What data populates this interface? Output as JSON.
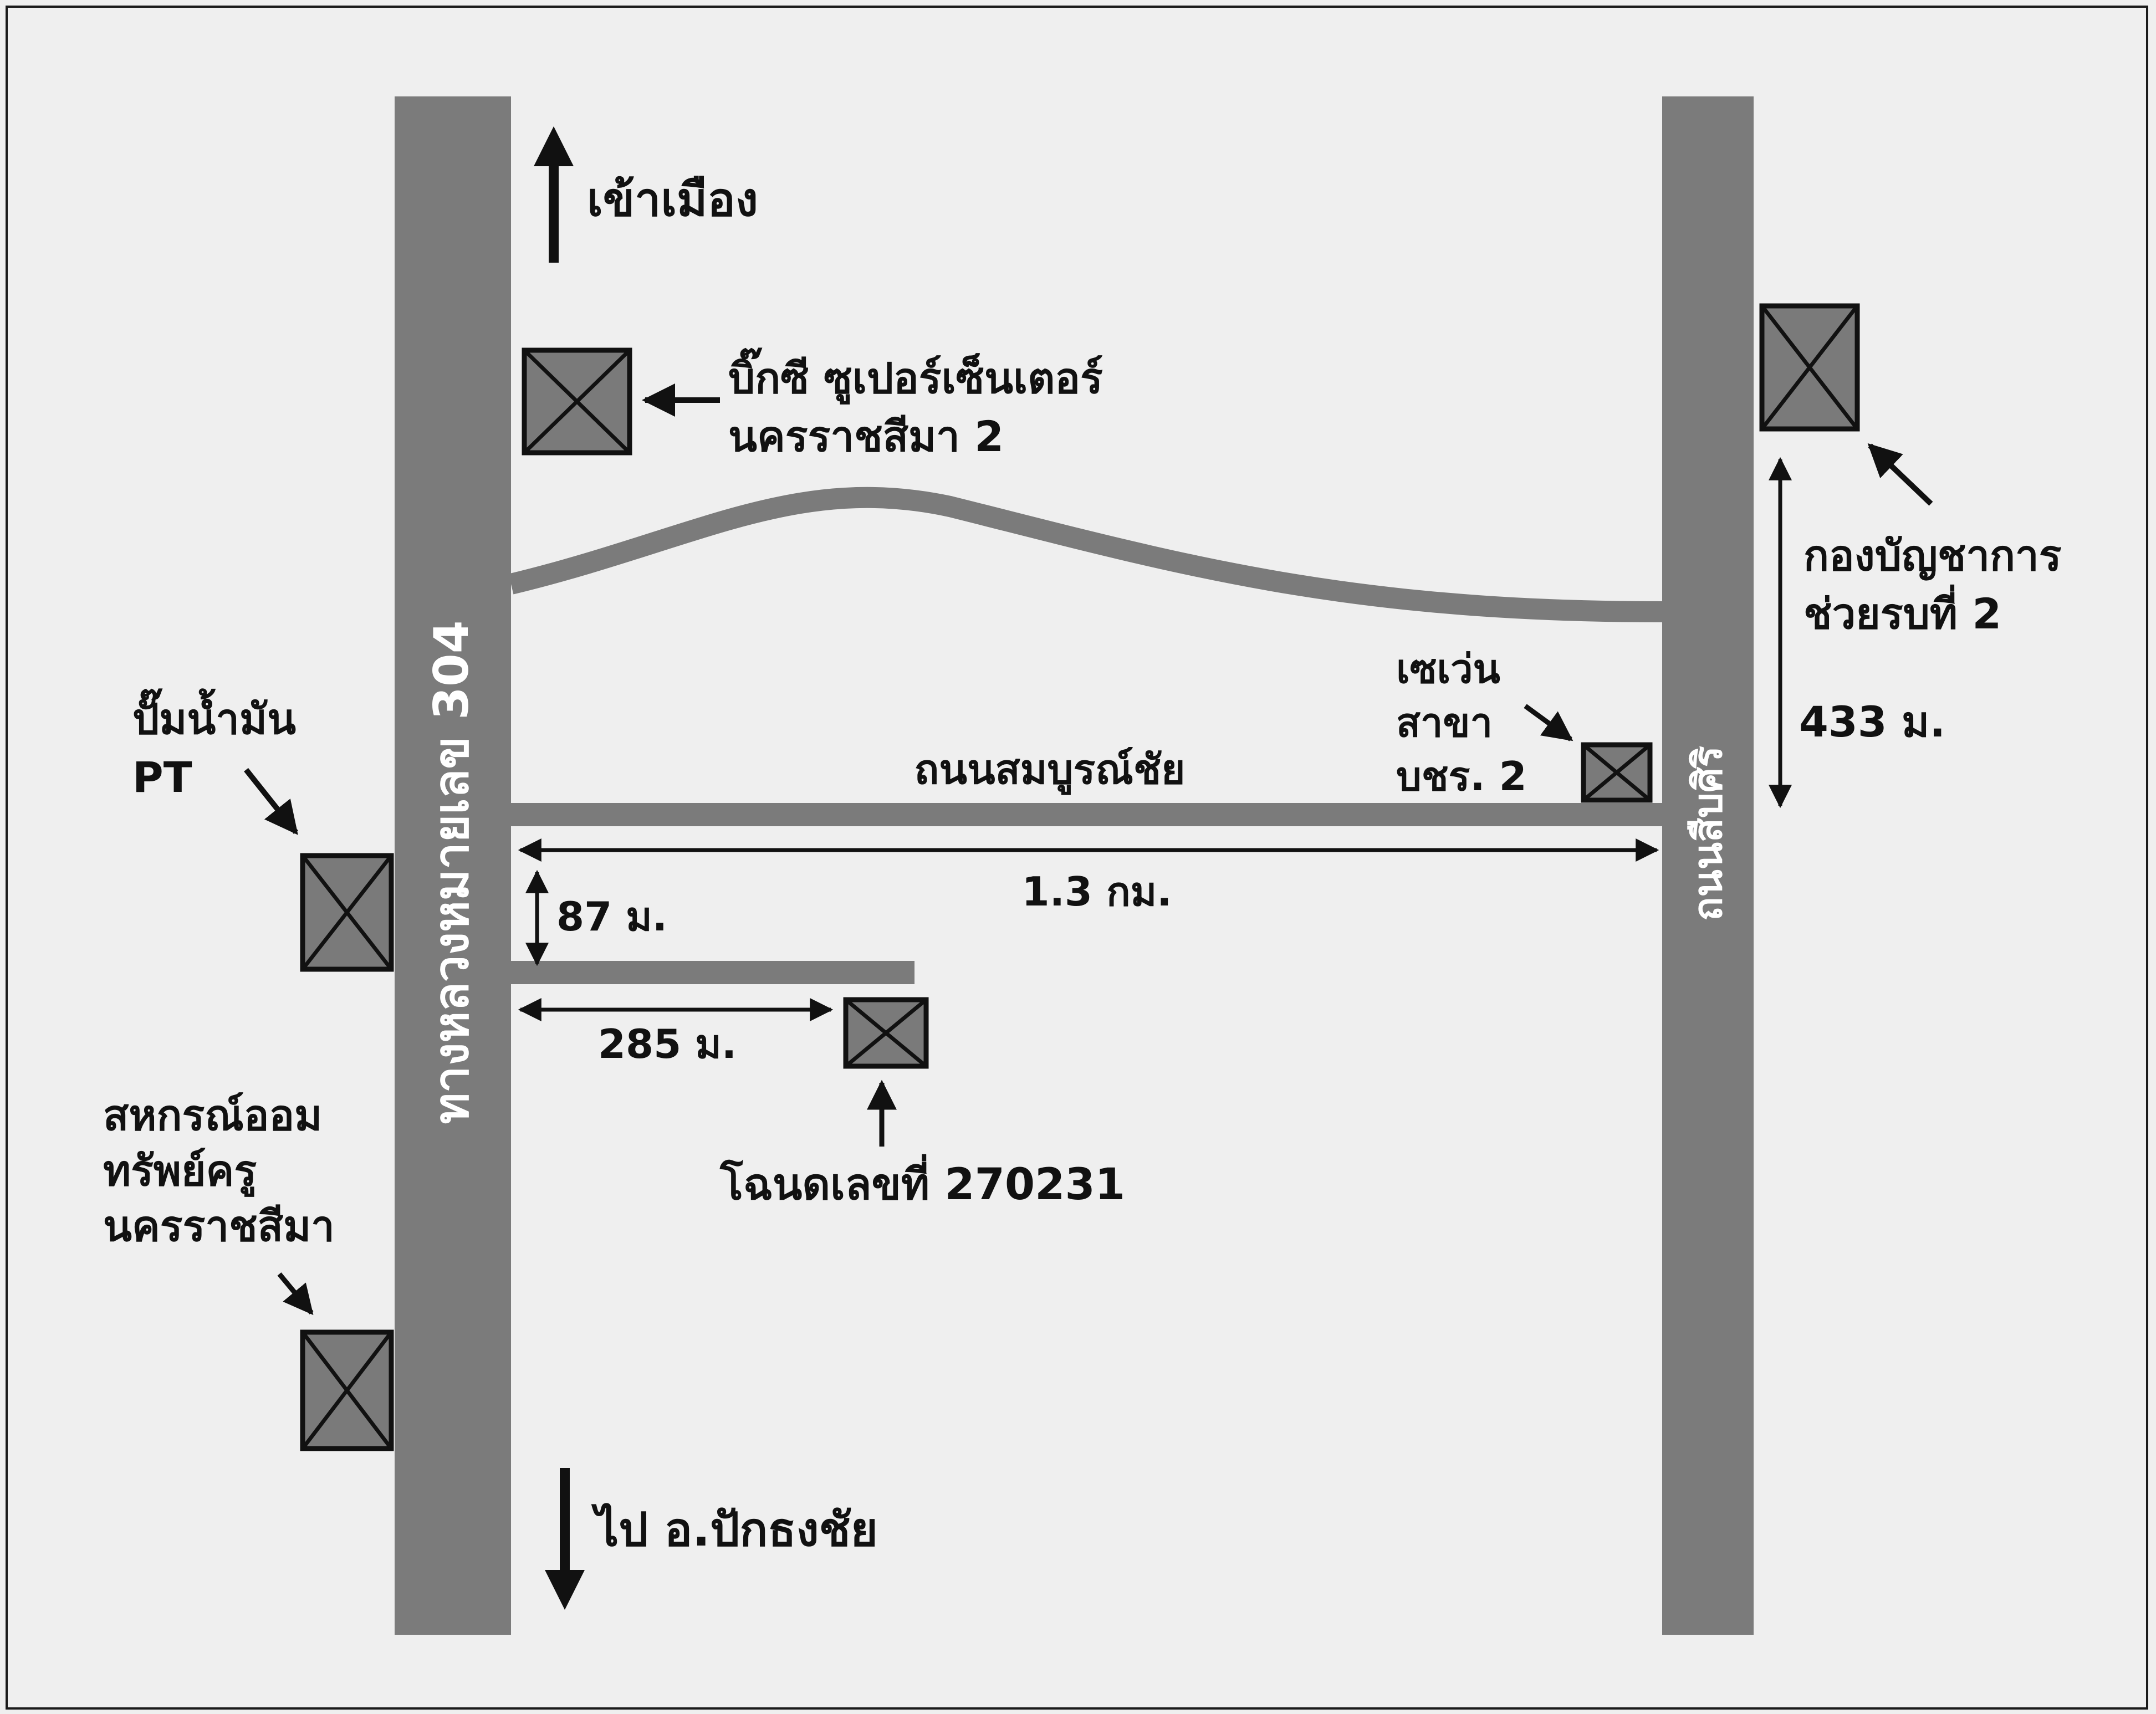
{
  "colors": {
    "background": "#efefef",
    "road": "#7b7b7b",
    "marker_fill": "#7a7a7a",
    "ink": "#111111",
    "road_text": "#ffffff"
  },
  "roads": {
    "highway_304": "ทางหลวงหมายเลข 304",
    "sombunchai": "ถนนสมบูรณ์ชัย",
    "suebsiri": "ถนนสืบศิริ"
  },
  "directions": {
    "to_city": "เข้าเมือง",
    "to_pakthongchai": "ไป อ.ปักธงชัย"
  },
  "landmarks": {
    "bigc": {
      "line1": "บิ๊กซี ซูเปอร์เซ็นเตอร์",
      "line2": "นครราชสีมา 2",
      "icon": "building-icon"
    },
    "army_hq": {
      "line1": "กองบัญชาการ",
      "line2": "ช่วยรบที่ 2",
      "icon": "building-icon"
    },
    "pt_station": {
      "line1": "ปั๊มน้ำมัน",
      "line2": "PT",
      "icon": "building-icon"
    },
    "seven": {
      "line1": "เซเว่น",
      "line2": "สาขา",
      "line3": "บชร. 2",
      "icon": "building-icon"
    },
    "coop": {
      "line1": "สหกรณ์ออม",
      "line2": "ทรัพย์ครู",
      "line3": "นครราชสีมา",
      "icon": "building-icon"
    },
    "plot": {
      "label": "โฉนดเลขที่ 270231",
      "icon": "plot-icon"
    }
  },
  "distances": {
    "army_hq": "433 ม.",
    "sombunchai_length": "1.3 กม.",
    "side_road_offset": "87 ม.",
    "side_road_length": "285 ม."
  }
}
